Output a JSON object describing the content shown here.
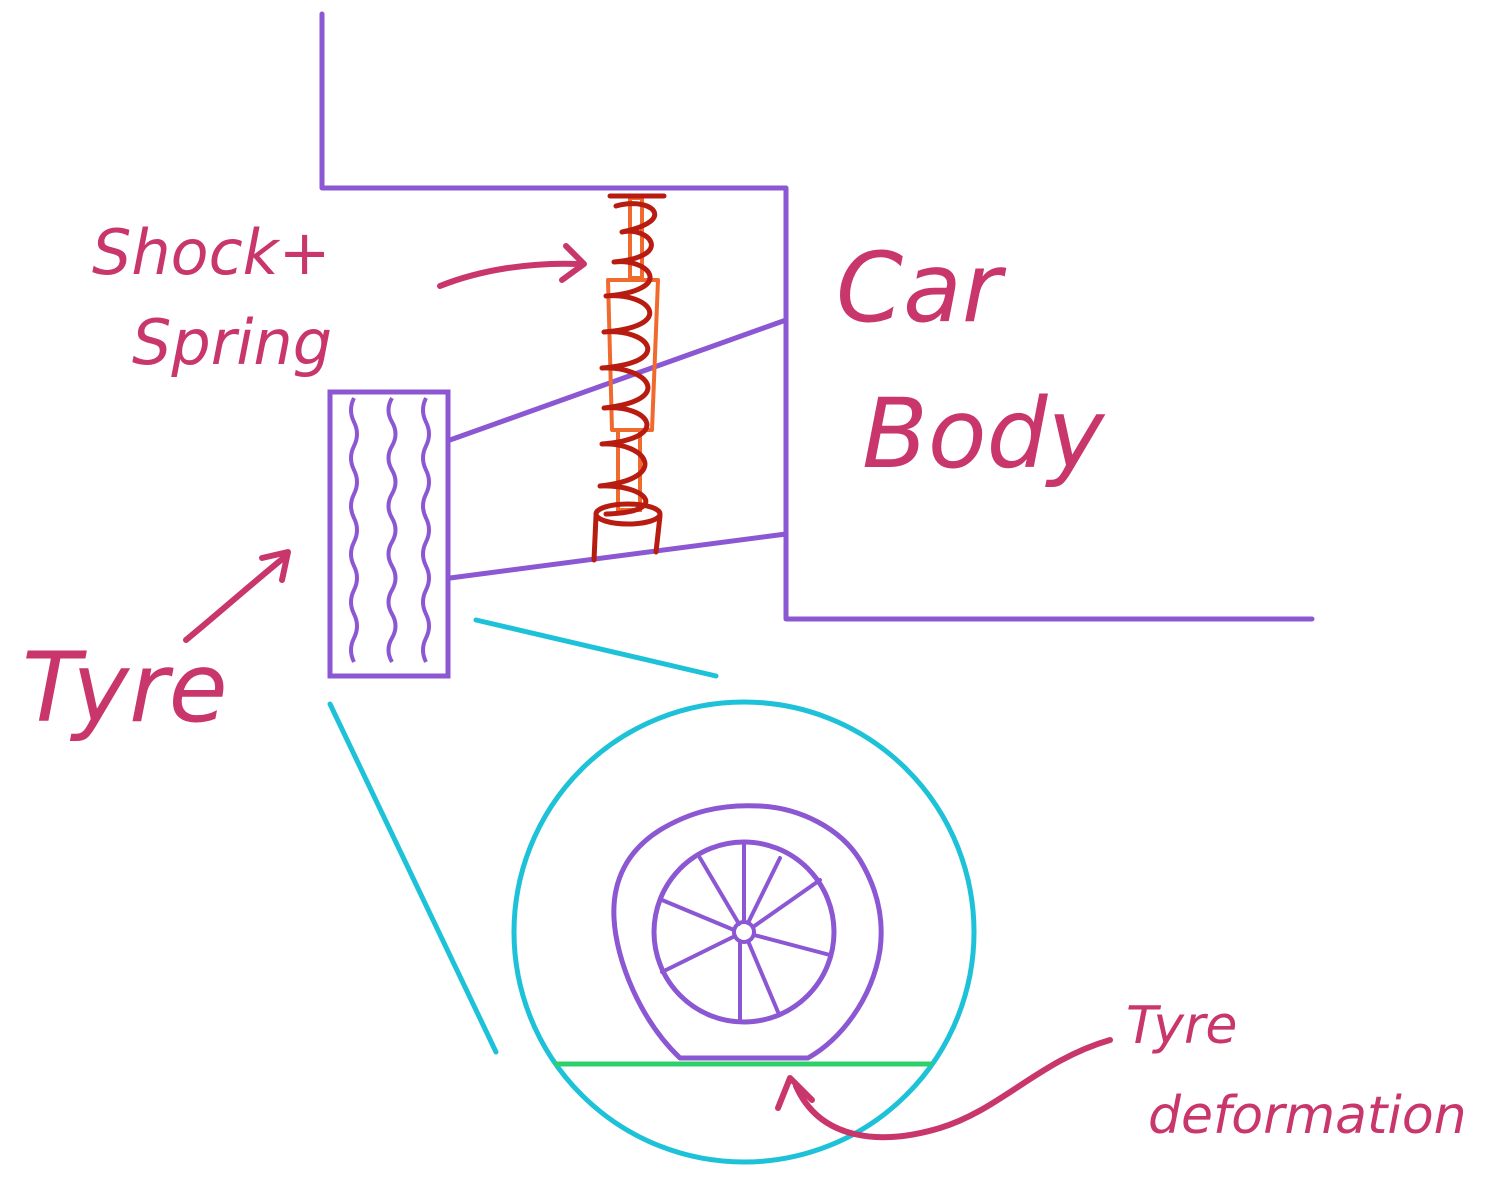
{
  "colors": {
    "body": "#8b57d2",
    "label": "#c8366b",
    "zoom": "#1ec2d8",
    "ground": "#2ed06a",
    "spring": "#b81c10",
    "shock": "#f06a2e"
  },
  "labels": {
    "shock_line1": "Shock+",
    "shock_line2": "Spring",
    "car_line1": "Car",
    "car_line2": "Body",
    "tyre": "Tyre",
    "deform_line1": "Tyre",
    "deform_line2": "deformation"
  }
}
